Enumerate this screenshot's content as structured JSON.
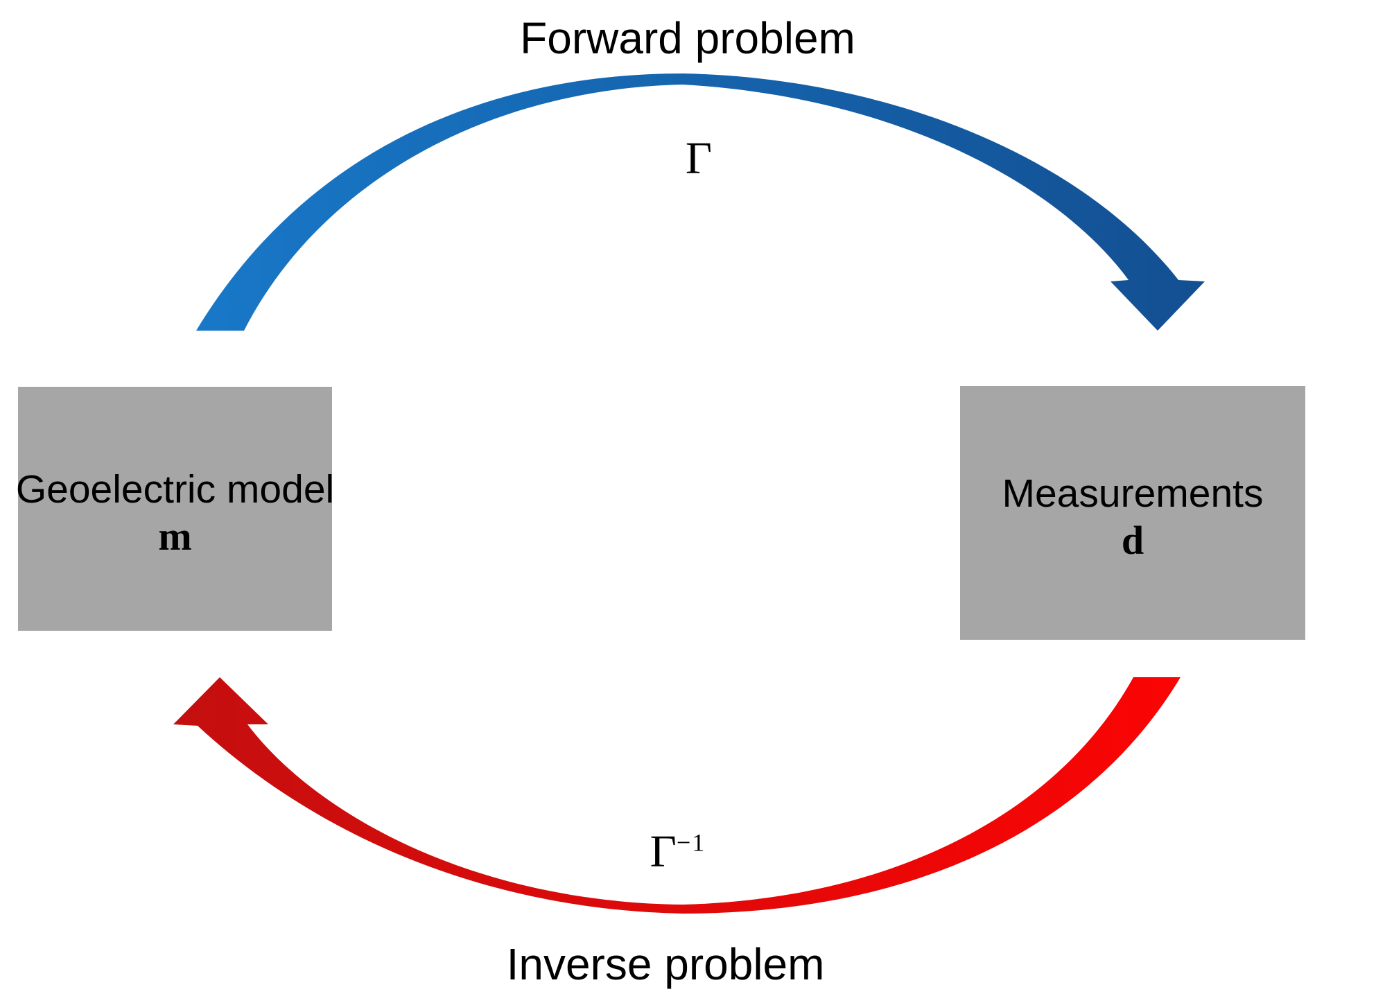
{
  "diagram": {
    "forward_label": "Forward problem",
    "inverse_label": "Inverse problem",
    "operators": {
      "forward": {
        "base": "Γ",
        "exponent": ""
      },
      "inverse": {
        "base": "Γ",
        "exponent": "−1"
      }
    },
    "boxes": {
      "model": {
        "label": "Geoelectric model",
        "symbol": "m"
      },
      "measurements": {
        "label": "Measurements",
        "symbol": "d"
      }
    },
    "colors": {
      "box_fill": "#a6a6a6",
      "text": "#000000",
      "forward_arrow_start": "#1878c8",
      "forward_arrow_end": "#134f92",
      "inverse_arrow_start": "#c40f0f",
      "inverse_arrow_end": "#fb0404"
    }
  }
}
